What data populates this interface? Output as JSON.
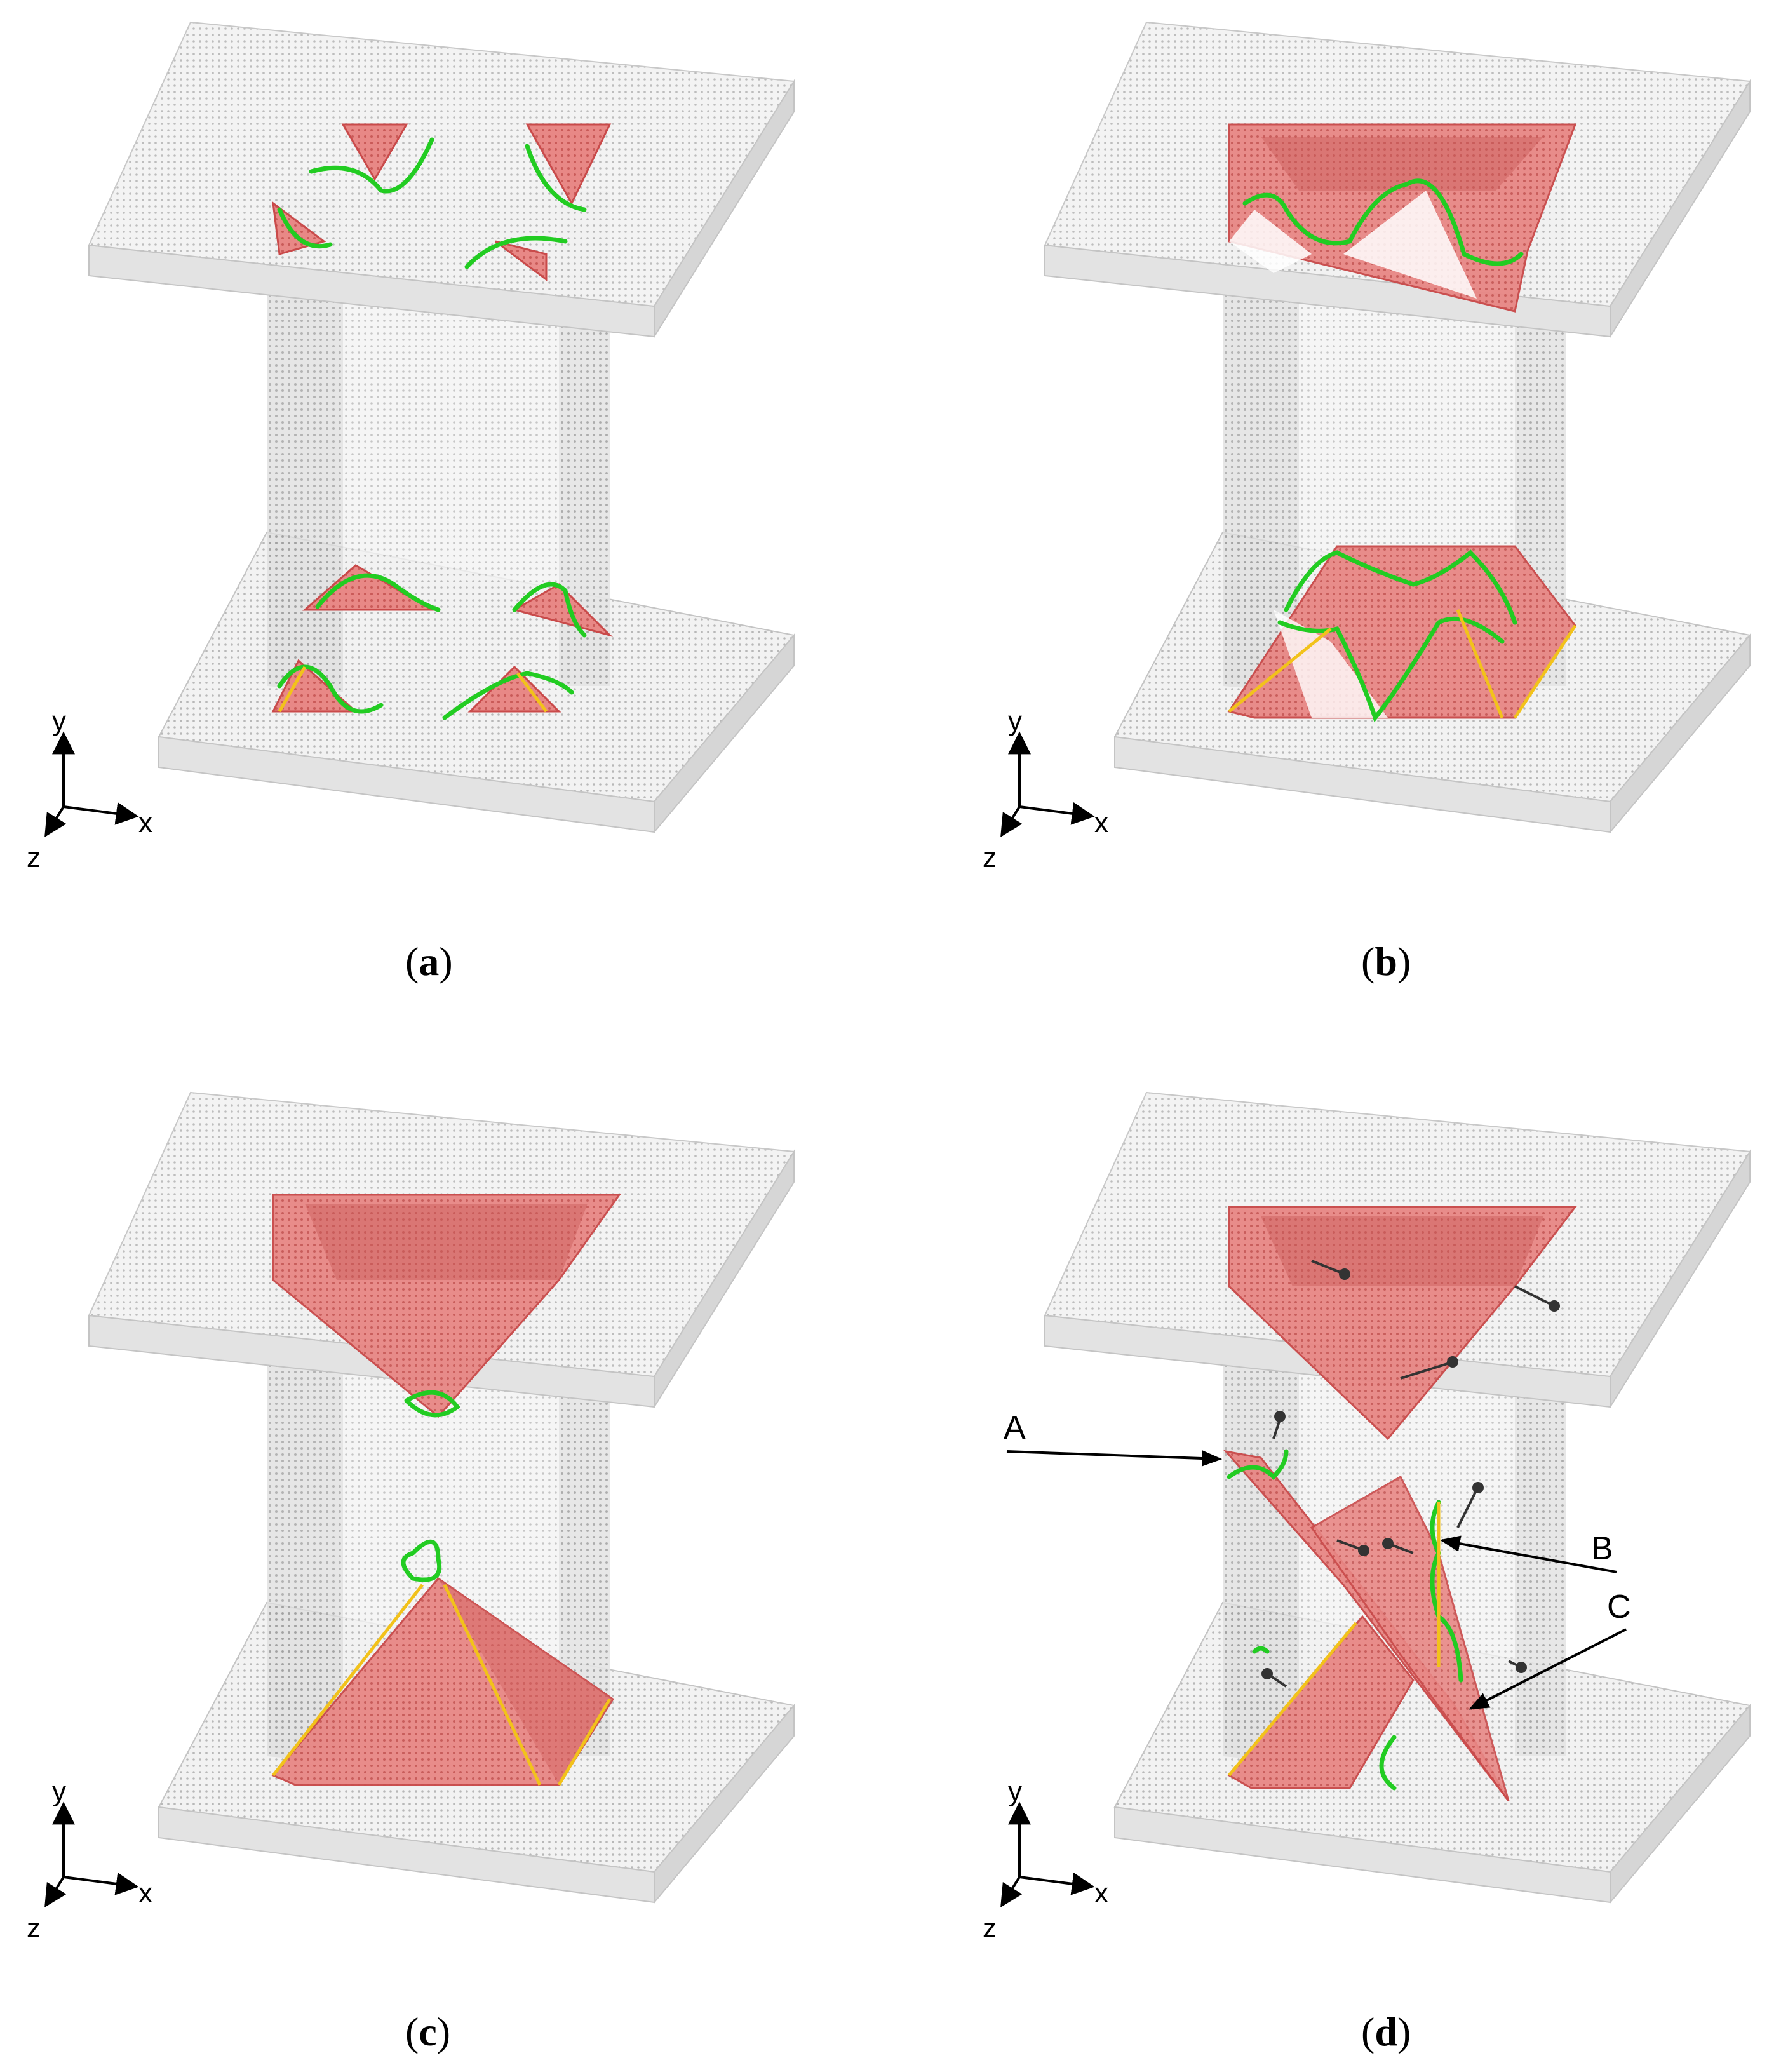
{
  "panels": [
    {
      "id": "a",
      "caption": {
        "open": "(",
        "letter": "a",
        "close": ")"
      }
    },
    {
      "id": "b",
      "caption": {
        "open": "(",
        "letter": "b",
        "close": ")"
      }
    },
    {
      "id": "c",
      "caption": {
        "open": "(",
        "letter": "c",
        "close": ")"
      }
    },
    {
      "id": "d",
      "caption": {
        "open": "(",
        "letter": "d",
        "close": ")"
      }
    }
  ],
  "axes": {
    "x": "x",
    "y": "y",
    "z": "z"
  },
  "annotations": {
    "A": "A",
    "B": "B",
    "C": "C"
  },
  "colors": {
    "plate_fill": "#eeeeee",
    "plate_stroke": "#bdbdbd",
    "column_fill": "#d9d9d9",
    "column_stroke": "#a8a8a8",
    "shell_fill": "#e67b78",
    "shell_dark": "#c94a4a",
    "crack_green": "#22cc22",
    "edge_yellow": "#f2c21b"
  }
}
